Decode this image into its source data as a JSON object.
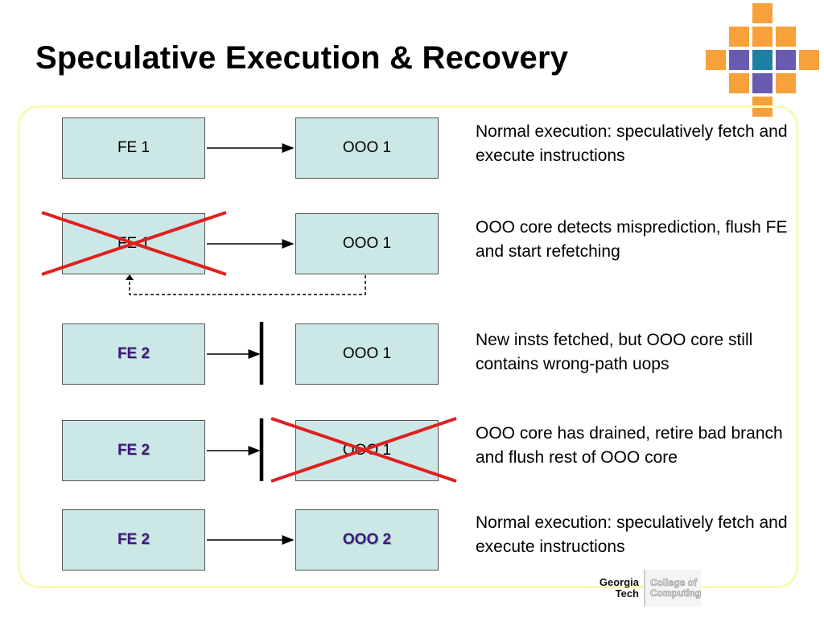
{
  "title": "Speculative Execution & Recovery",
  "rows": [
    {
      "fe_label": "FE 1",
      "ooo_label": "OOO 1",
      "description": "Normal execution: speculatively fetch and execute instructions"
    },
    {
      "fe_label": "FE 1",
      "ooo_label": "OOO 1",
      "description": "OOO core detects misprediction, flush FE and start refetching"
    },
    {
      "fe_label": "FE 2",
      "ooo_label": "OOO 1",
      "description": "New insts fetched, but OOO core still contains wrong-path uops"
    },
    {
      "fe_label": "FE 2",
      "ooo_label": "OOO 1",
      "description": "OOO core has drained, retire bad branch and flush rest of OOO core"
    },
    {
      "fe_label": "FE 2",
      "ooo_label": "OOO 2",
      "description": "Normal execution: speculatively fetch and execute instructions"
    }
  ],
  "logo": {
    "left_line1": "Georgia",
    "left_line2": "Tech",
    "right_line1": "College of",
    "right_line2": "Computing"
  },
  "colors": {
    "box_fill": "#cce8e6",
    "cross": "#e02020",
    "highlight_text": "#3c1a80",
    "frame": "#fafab0",
    "tile_orange": "#f7a13b"
  }
}
